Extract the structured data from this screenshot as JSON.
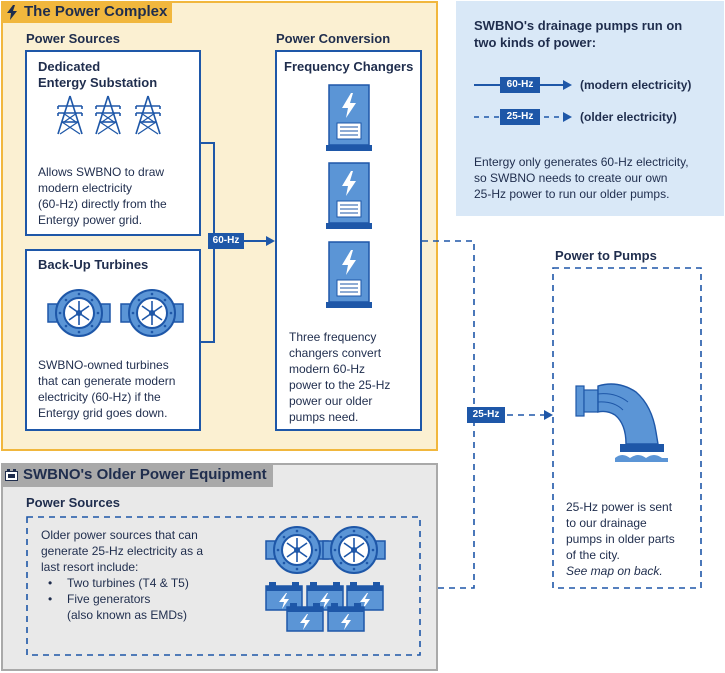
{
  "complex": {
    "title": "The Power Complex",
    "sources": {
      "heading": "Power Sources",
      "substation": {
        "title_line1": "Dedicated",
        "title_line2": "Entergy Substation",
        "desc": [
          "Allows SWBNO to draw",
          "modern electricity",
          "(60-Hz) directly from the",
          "Entergy power grid."
        ]
      },
      "turbines": {
        "title": "Back-Up Turbines",
        "desc": [
          "SWBNO-owned turbines",
          "that can generate modern",
          "electricity (60-Hz) if the",
          "Entergy grid goes down."
        ]
      }
    },
    "conversion": {
      "heading": "Power Conversion",
      "box_title": "Frequency Changers",
      "desc": [
        "Three frequency",
        "changers convert",
        "modern 60-Hz",
        "power to the 25-Hz",
        "power our older",
        "pumps need."
      ]
    },
    "connector_label": "60-Hz"
  },
  "older": {
    "title": "SWBNO's Older Power Equipment",
    "heading": "Power Sources",
    "desc": [
      "Older power sources that can",
      "generate 25-Hz electricity as a",
      "last resort include:"
    ],
    "bullets": [
      "Two turbines (T4 & T5)",
      "Five generators",
      "(also known as EMDs)"
    ]
  },
  "pumps": {
    "heading": "Power to Pumps",
    "desc": [
      "25-Hz power is sent",
      "to our drainage",
      "pumps in older parts",
      "of the city."
    ],
    "note": "See map on back.",
    "connector_label": "25-Hz"
  },
  "legend": {
    "title_line1": "SWBNO's drainage pumps run on",
    "title_line2": "two kinds of power:",
    "items": [
      {
        "pill": "60-Hz",
        "label": "(modern electricity)"
      },
      {
        "pill": "25-Hz",
        "label": "(older electricity)"
      }
    ],
    "desc": [
      "Entergy only generates 60-Hz electricity,",
      "so SWBNO needs to create our own",
      "25-Hz power to run our older pumps."
    ]
  },
  "colors": {
    "navy": "#1e57a8",
    "text": "#1f2d4d",
    "gold": "#f1b73d",
    "cream": "#fbf0d2",
    "gray": "#a9a9a9",
    "light_blue": "#d9e8f7",
    "icon_fill": "#5b95d6"
  },
  "icons": [
    "lightning-icon",
    "transmission-tower-icon",
    "turbine-icon",
    "frequency-changer-icon",
    "battery-generator-icon",
    "drainage-pump-icon",
    "equipment-icon"
  ]
}
